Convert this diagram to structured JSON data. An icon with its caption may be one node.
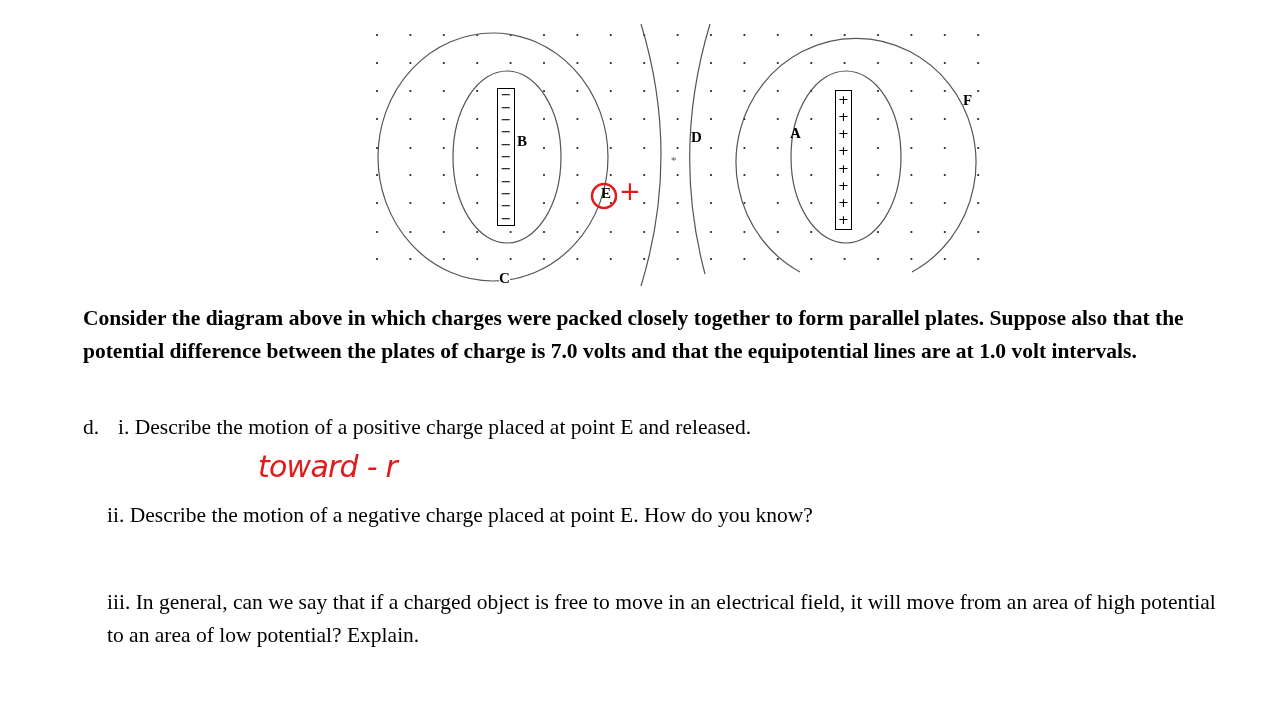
{
  "diagram": {
    "nodes": [
      {
        "text": [
          "−",
          "−",
          "−",
          "−",
          "−",
          "−",
          "−",
          "−",
          "−",
          "−",
          "−"
        ]
      },
      {
        "text": [
          "+",
          "+",
          "+",
          "+",
          "+",
          "+",
          "+",
          "+"
        ]
      }
    ],
    "labels": [
      "F",
      "A",
      "D",
      "B",
      "*",
      "E",
      "+",
      "C",
      "Consider the diagram above in which charges were packed closely together to form parallel plates.  Suppose also that the potential difference between the plates of charge is 7.0 volts and that the equipotential lines are at 1.0 volt intervals.",
      "d.",
      "i. Describe the motion of a positive charge placed at point E and released.",
      "toward - r",
      "ii. Describe the motion of a negative charge placed at point E. How do you know?",
      "iii. In general, can we say that if a charged object is free to move in an electrical field, it will move from an area of high potential to an area of low potential?  Explain."
    ]
  }
}
